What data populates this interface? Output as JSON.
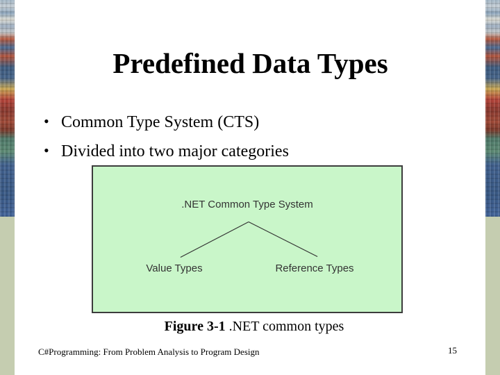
{
  "slide": {
    "title": "Predefined Data Types",
    "bullets": [
      "Common Type System (CTS)",
      "Divided into two major categories"
    ],
    "bullet_glyph": "•",
    "figure": {
      "root_label": ".NET Common Type System",
      "left_leaf": "Value Types",
      "right_leaf": "Reference Types"
    },
    "caption": {
      "figure_label": "Figure 3-1",
      "figure_text": ".NET common types"
    },
    "footer": {
      "book_title": "C#Programming: From Problem Analysis to Program Design",
      "page_number": "15"
    }
  },
  "colors": {
    "background": "#ffffff",
    "figure_fill": "#c9f6c9",
    "figure_border": "#3c3c3c",
    "edge_strip_green": "#c5cdb0",
    "text": "#000000",
    "figure_text": "#333333"
  }
}
